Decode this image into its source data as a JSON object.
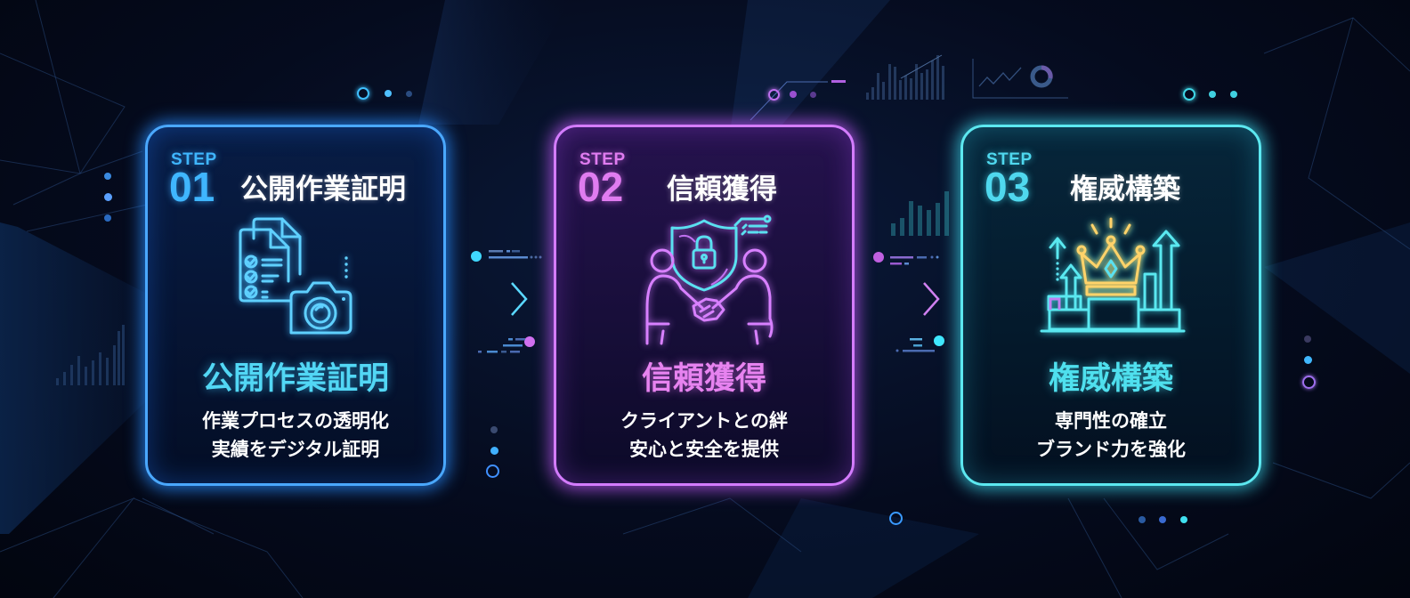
{
  "steps": [
    {
      "step_label": "STEP",
      "step_number": "01",
      "heading": "公開作業証明",
      "icon": "checklist-document-camera-icon",
      "title": "公開作業証明",
      "description_lines": [
        "作業プロセスの透明化",
        "実績をデジタル証明"
      ],
      "accent_color": "#4aa8ff"
    },
    {
      "step_label": "STEP",
      "step_number": "02",
      "heading": "信頼獲得",
      "icon": "handshake-shield-lock-icon",
      "title": "信頼獲得",
      "description_lines": [
        "クライアントとの絆",
        "安心と安全を提供"
      ],
      "accent_color": "#d47cff"
    },
    {
      "step_label": "STEP",
      "step_number": "03",
      "heading": "権威構築",
      "icon": "crown-podium-growth-icon",
      "title": "権威構築",
      "description_lines": [
        "専門性の確立",
        "ブランド力を強化"
      ],
      "accent_color": "#5ce8f0"
    }
  ],
  "connectors": [
    {
      "icon": "arrow-right-icon",
      "from": "01",
      "to": "02"
    },
    {
      "icon": "arrow-right-icon",
      "from": "02",
      "to": "03"
    }
  ],
  "colors": {
    "background": "#050b1e",
    "blue": "#4aa8ff",
    "purple": "#d47cff",
    "cyan": "#5ce8f0",
    "gold": "#ffd36a"
  }
}
